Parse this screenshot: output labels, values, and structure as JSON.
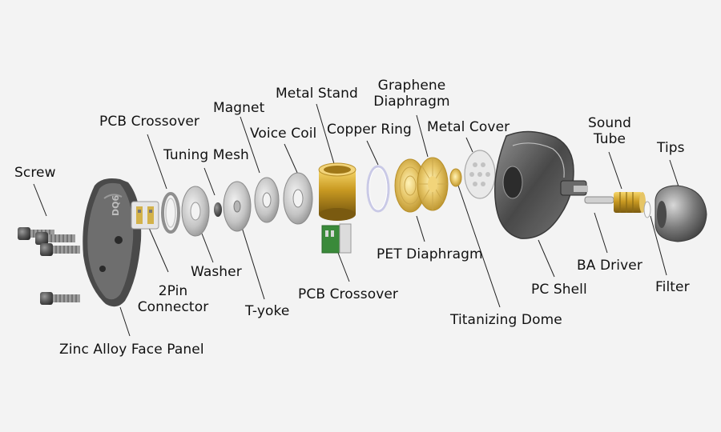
{
  "labels": {
    "screw": "Screw",
    "pcb_crossover_top": "PCB Crossover",
    "tuning_mesh": "Tuning Mesh",
    "magnet": "Magnet",
    "voice_coil": "Voice Coil",
    "metal_stand": "Metal Stand",
    "copper_ring": "Copper Ring",
    "graphene_diaphragm_1": "Graphene",
    "graphene_diaphragm_2": "Diaphragm",
    "metal_cover": "Metal Cover",
    "sound_tube_1": "Sound",
    "sound_tube_2": "Tube",
    "tips": "Tips",
    "washer": "Washer",
    "two_pin_1": "2Pin",
    "two_pin_2": "Connector",
    "t_yoke": "T-yoke",
    "pcb_crossover_bottom": "PCB Crossover",
    "pet_diaphragm": "PET Diaphragm",
    "titanizing_dome": "Titanizing Dome",
    "pc_shell": "PC Shell",
    "ba_driver": "BA Driver",
    "filter": "Filter",
    "face_panel": "Zinc Alloy Face Panel"
  },
  "panel_logo_text": "DQ6",
  "colors": {
    "background": "#f3f3f3",
    "label_text": "#111111",
    "leader_line": "#222222",
    "gold": "#c9a227",
    "panel": "#5a5a5a",
    "silver": "#c8c8c8"
  }
}
